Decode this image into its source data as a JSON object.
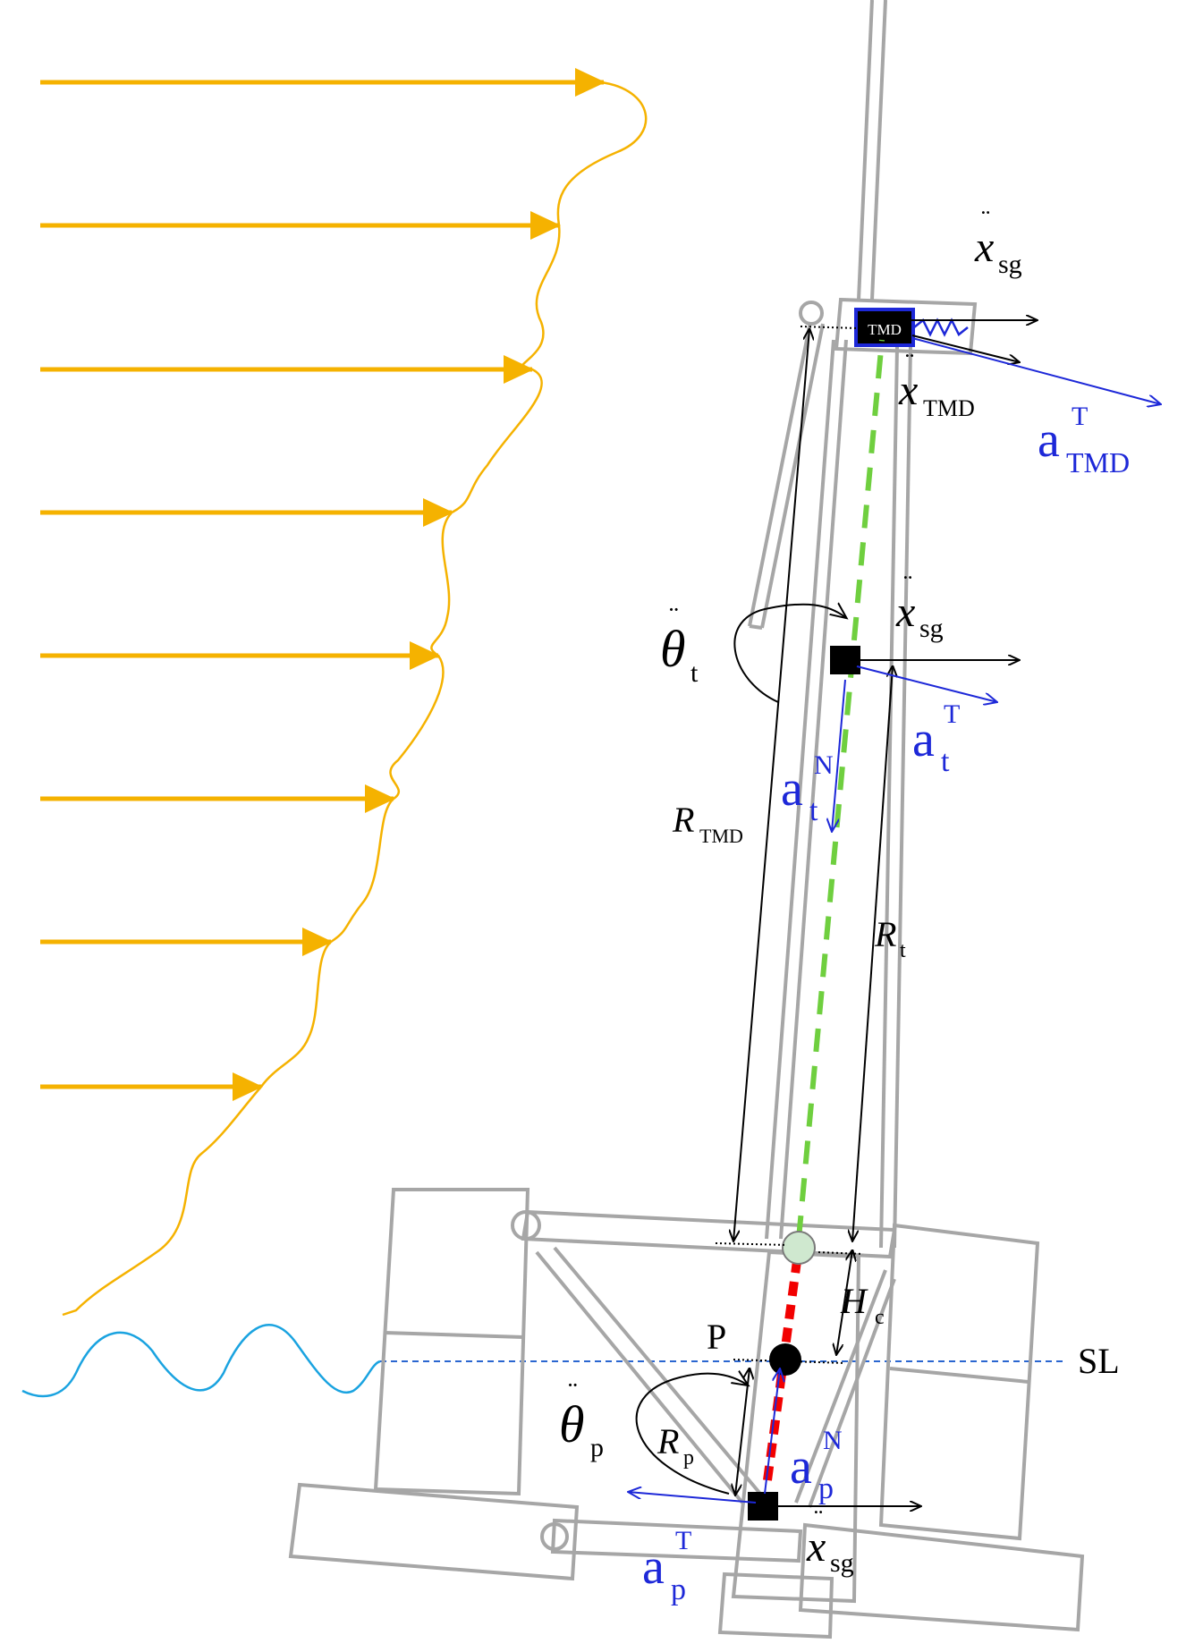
{
  "labels": {
    "tmd_box": "TMD",
    "x_sg": "x",
    "x_sg_sub": "sg",
    "x_tmd": "x",
    "x_tmd_sub": "TMD",
    "a_tmd": "a",
    "a_tmd_sup": "T",
    "a_tmd_sub": "TMD",
    "theta_t": "θ",
    "theta_t_sub": "t",
    "a_t_T": "a",
    "a_t_T_sup": "T",
    "a_t_T_sub": "t",
    "a_t_N": "a",
    "a_t_N_sup": "N",
    "a_t_N_sub": "t",
    "R_tmd": "R",
    "R_tmd_sub": "TMD",
    "R_t": "R",
    "R_t_sub": "t",
    "H_c": "H",
    "H_c_sub": "c",
    "P": "P",
    "SL": "SL",
    "theta_p": "θ",
    "theta_p_sub": "p",
    "R_p": "R",
    "R_p_sub": "p",
    "a_p_N": "a",
    "a_p_N_sup": "N",
    "a_p_N_sub": "p",
    "a_p_T": "a",
    "a_p_T_sup": "T",
    "a_p_T_sub": "p"
  },
  "colors": {
    "wind": "#f5b200",
    "wave": "#1aa3e0",
    "structure": "#a6a6a6",
    "blue": "#1d28d8",
    "green": "#6fcf3f",
    "red": "#f20000"
  }
}
